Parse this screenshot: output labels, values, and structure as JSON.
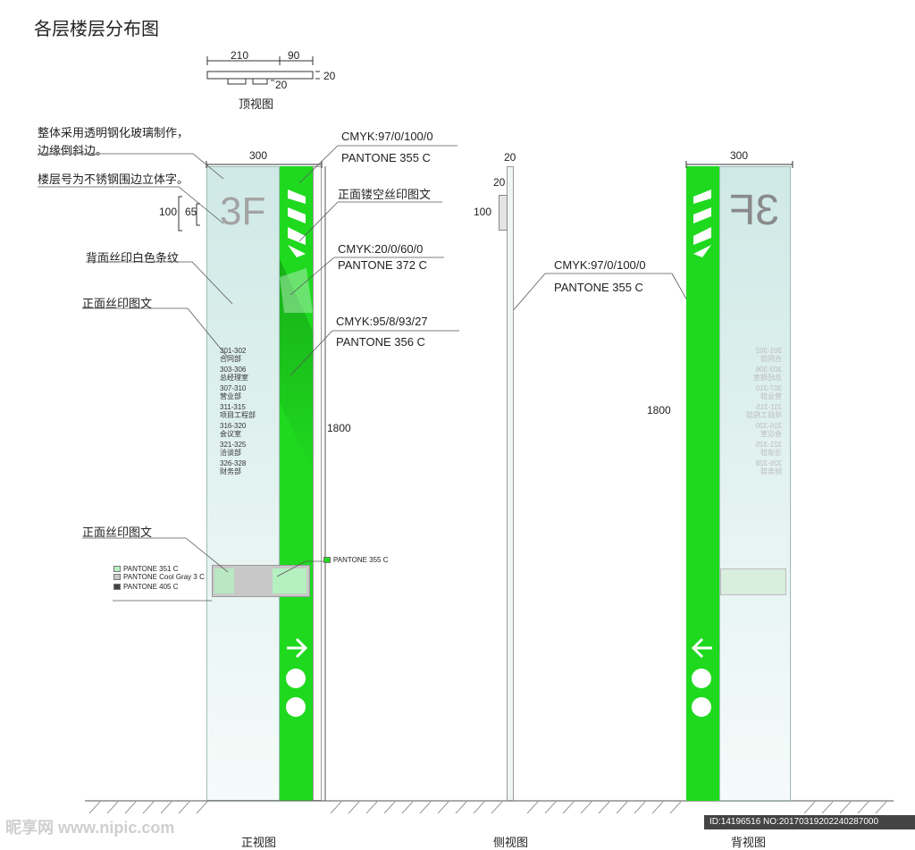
{
  "title": "各层楼层分布图",
  "top_view": {
    "label": "顶视图",
    "w210": "210",
    "w90": "90",
    "d20a": "20",
    "d20b": "20"
  },
  "front": {
    "width": "300",
    "height": "1800",
    "floor": "3F",
    "dim100": "100",
    "dim65": "65",
    "notes": {
      "glass": "整体采用透明钢化玻璃制作，",
      "glass2": "边缘倒斜边。",
      "floornum": "楼层号为不锈钢围边立体字。",
      "stripe": "背面丝印白色条纹",
      "print1": "正面丝印图文",
      "print2": "正面丝印图文"
    },
    "callouts": {
      "c1a": "CMYK:97/0/100/0",
      "c1b": "PANTONE 355 C",
      "c2": "正面镂空丝印图文",
      "c3a": "CMYK:20/0/60/0",
      "c3b": "PANTONE 372 C",
      "c4a": "CMYK:95/8/93/27",
      "c4b": "PANTONE 356 C"
    },
    "directory": [
      {
        "code": "301-302",
        "name": "合同部"
      },
      {
        "code": "303-306",
        "name": "总经理室"
      },
      {
        "code": "307-310",
        "name": "营业部"
      },
      {
        "code": "311-315",
        "name": "项目工程部"
      },
      {
        "code": "316-320",
        "name": "会议室"
      },
      {
        "code": "321-325",
        "name": "洽谈部"
      },
      {
        "code": "326-328",
        "name": "财务部"
      }
    ],
    "legend": [
      "PANTONE 351 C",
      "PANTONE Cool Gray 3 C",
      "PANTONE 405 C"
    ],
    "legend_right": "PANTONE 355 C",
    "legend_colors": {
      "p351": "#b5f0c0",
      "gray3": "#c8c8c8",
      "p405": "#444444",
      "p355": "#1fd91f"
    },
    "caption": "正视图"
  },
  "side": {
    "w": "20",
    "d20": "20",
    "d100": "100",
    "caption": "侧视图"
  },
  "back": {
    "width": "300",
    "height": "1800",
    "floor": "3F",
    "callout_a": "CMYK:97/0/100/0",
    "callout_b": "PANTONE 355 C",
    "caption": "背视图"
  },
  "watermark": {
    "logo": "昵享网 www.nipic.com",
    "id": "ID:14196516 NO:20170319202240287000"
  },
  "colors": {
    "green": "#1fd91f",
    "glass": "#d8eeeb"
  }
}
